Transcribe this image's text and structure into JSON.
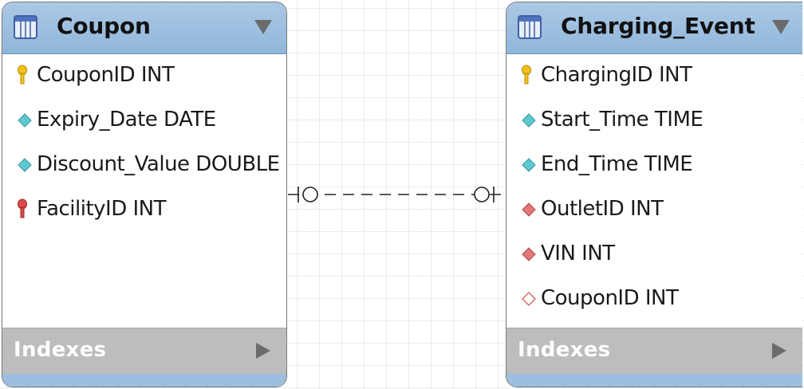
{
  "diagram": {
    "tables": [
      {
        "name": "Coupon",
        "columns": [
          {
            "label": "CouponID INT",
            "icon": "primary-key-icon"
          },
          {
            "label": "Expiry_Date DATE",
            "icon": "column-icon"
          },
          {
            "label": "Discount_Value DOUBLE",
            "icon": "column-icon"
          },
          {
            "label": "FacilityID INT",
            "icon": "foreign-key-icon"
          }
        ],
        "indexes_label": "Indexes"
      },
      {
        "name": "Charging_Event",
        "columns": [
          {
            "label": "ChargingID INT",
            "icon": "primary-key-icon"
          },
          {
            "label": "Start_Time TIME",
            "icon": "column-icon"
          },
          {
            "label": "End_Time TIME",
            "icon": "column-icon"
          },
          {
            "label": "OutletID INT",
            "icon": "foreign-key-column-icon"
          },
          {
            "label": "VIN INT",
            "icon": "foreign-key-column-icon"
          },
          {
            "label": "CouponID INT",
            "icon": "nullable-foreign-key-icon"
          }
        ],
        "indexes_label": "Indexes"
      }
    ],
    "relationship": {
      "from": "Coupon",
      "to": "Charging_Event",
      "style": "dashed",
      "from_end": "one-or-zero",
      "to_end": "zero-or-one"
    },
    "colors": {
      "header": "#9dbfdf",
      "indexes_bar": "#bdbdbd",
      "primary_key": "#f2c21a",
      "foreign_key": "#c94040",
      "column": "#5fc8cf",
      "foreign_key_column": "#e07878"
    }
  }
}
